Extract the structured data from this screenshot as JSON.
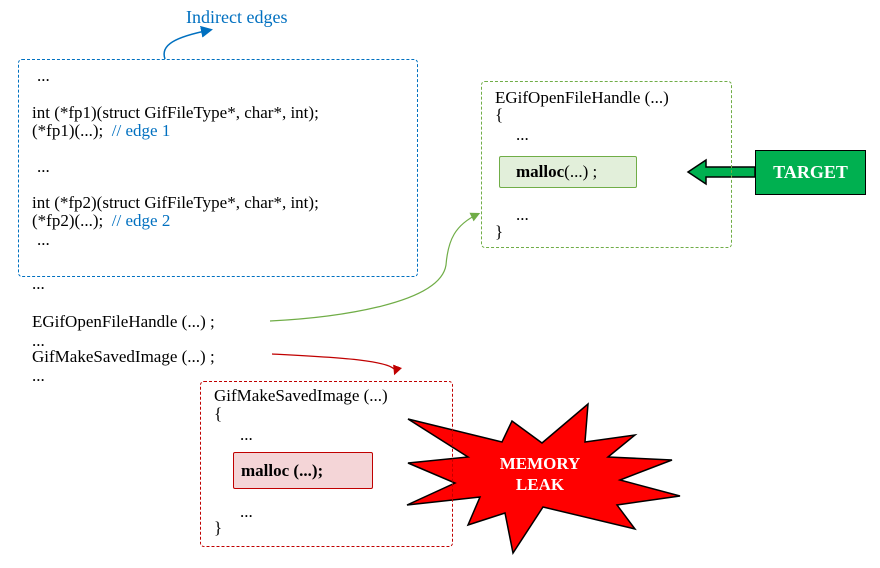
{
  "indirect_label": "Indirect edges",
  "caller_box": {
    "lines": [
      "...",
      "int (*fp1)(struct GifFileType*, char*, int);",
      "(*fp1)(...);",
      "...",
      "int (*fp2)(struct GifFileType*, char*, int);",
      "(*fp2)(...);",
      "..."
    ],
    "comments": [
      "// edge 1",
      "// edge 2"
    ]
  },
  "main_code": [
    "...",
    "EGifOpenFileHandle (...) ;",
    "...",
    "GifMakeSavedImage (...) ;",
    "..."
  ],
  "target_func": {
    "signature": "EGifOpenFileHandle (...)",
    "open_brace": "{",
    "ellipsis_1": "...",
    "malloc_bold": "malloc",
    "malloc_rest": "(...) ;",
    "ellipsis_2": "...",
    "close_brace": "}"
  },
  "target_label": "TARGET",
  "leak_func": {
    "signature": "GifMakeSavedImage (...)",
    "open_brace": "{",
    "ellipsis_1": "...",
    "malloc": "malloc (...);",
    "ellipsis_2": "...",
    "close_brace": "}"
  },
  "leak_label": [
    "MEMORY",
    "LEAK"
  ],
  "colors": {
    "blue": "#0070c0",
    "green": "#70ad47",
    "red": "#c00000",
    "target_bg": "#00b050",
    "leak": "#ff0000"
  }
}
